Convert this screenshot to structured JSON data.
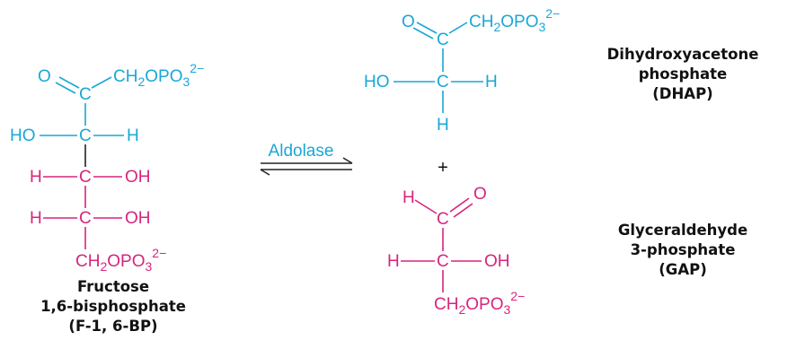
{
  "enzyme": "Aldolase",
  "plus": "+",
  "atoms": {
    "O": "O",
    "C": "C",
    "H": "H",
    "HO": "HO",
    "OH": "OH",
    "CH2": "CH",
    "sub2": "2",
    "OPO": "OPO",
    "sub3": "3",
    "charge": "2−"
  },
  "reactant": {
    "name_line1": "Fructose",
    "name_line2": "1,6-bisphosphate",
    "name_line3": "(F-1, 6-BP)"
  },
  "product_dhap": {
    "name_line1": "Dihydroxyacetone",
    "name_line2": "phosphate",
    "name_line3": "(DHAP)"
  },
  "product_gap": {
    "name_line1": "Glyceraldehyde",
    "name_line2": "3-phosphate",
    "name_line3": "(GAP)"
  },
  "colors": {
    "dhap_part": "#1aa7d6",
    "gap_part": "#d6257e",
    "labels": "#111111"
  }
}
